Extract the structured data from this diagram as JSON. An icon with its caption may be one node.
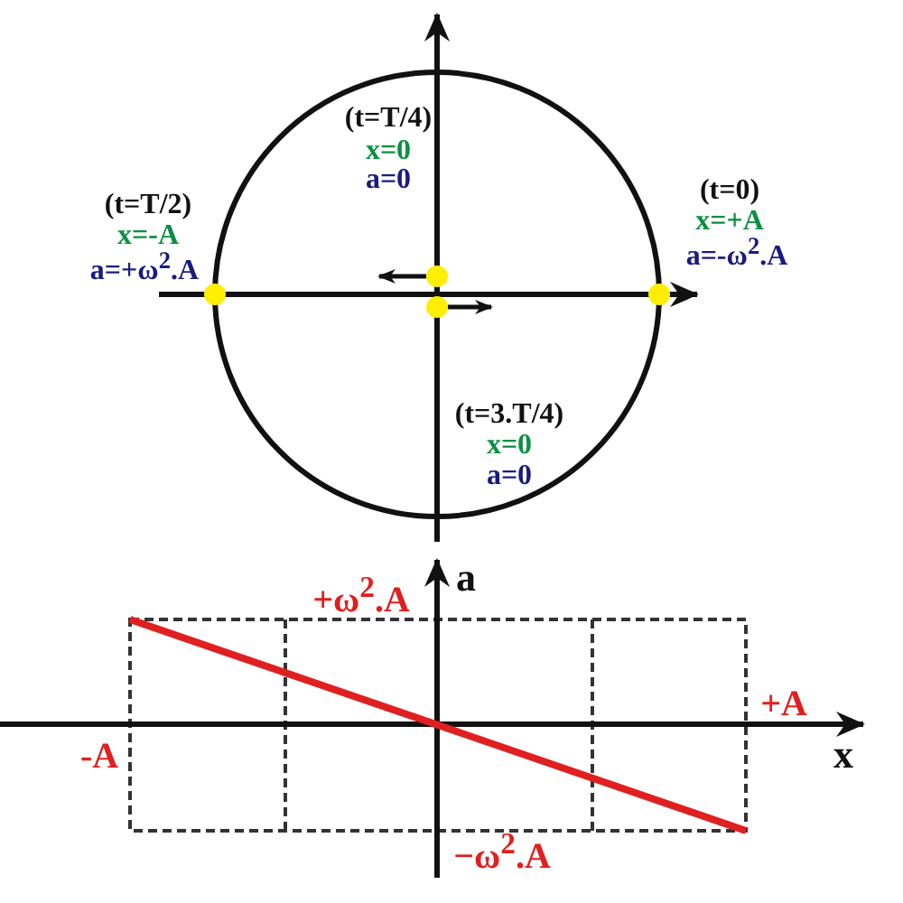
{
  "diagram": {
    "labels": [
      "(t=T/4)",
      "x=0",
      "a=0",
      "(t=T/2)",
      "x=-A",
      "a=+ω$^{2}$.A",
      "(t=0)",
      "x=+A",
      "a=-ω$^{2}$.A",
      "(t=3.T/4)",
      "x=0",
      "a=0",
      "a",
      "+ω$^{2}$.A",
      "+A",
      "-A",
      "x",
      "−ω$^{2}$.A"
    ]
  }
}
